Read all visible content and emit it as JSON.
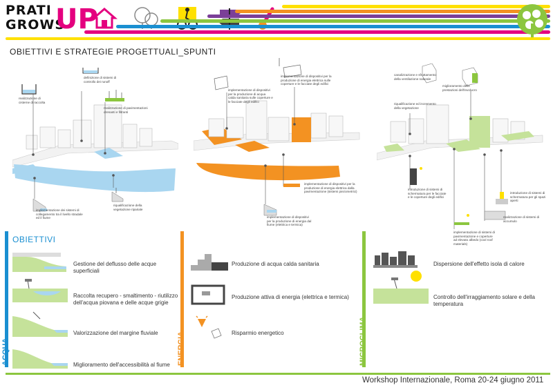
{
  "header": {
    "logo_line1": "PRATI",
    "logo_line2": "GROWS",
    "logo_up": "UP",
    "icons": [
      "house-icon",
      "trees-icon",
      "cyclist-icon",
      "signpost-icon",
      "thermometer-icon",
      "tree-logo-icon"
    ]
  },
  "section_title": "OBIETTIVI E STRATEGIE PROGETTUALI_SPUNTI",
  "diagrams": {
    "water": {
      "notes": [
        "realizzazione di cisterne di raccolta",
        "definizione di sistemi di controllo dei runoff",
        "realizzazione di pavimentazioni drenanti e filtranti",
        "implementazione dei sistemi di collegamento tra il livello stradale ed il fiume",
        "riqualificazione della vegetazione ripariale"
      ]
    },
    "energy": {
      "notes": [
        "implementazione di dispositivi per la produzione di energia elettrica sulle coperture e le facciate degli edifici",
        "implementazione di dispositivi per la produzione di acqua calda sanitaria sulle coperture e le facciate degli edifici",
        "implementazione di dispositivi per la produzione di energia elettrica dalla pavimentazione (sistemi piezometrici)",
        "implementazione di dispositivi per la produzione di energia dal fiume (elettrica e termica)"
      ]
    },
    "microclimate": {
      "notes": [
        "canalizzazione e sfruttamento della ventilazione naturale",
        "miglioramento delle prestazioni dell'involucro",
        "riqualificazione ed incremento della vegetazione",
        "introduzione di sistemi di schermatura per le facciate e le coperture degli edifici",
        "introduzione di sistemi di schermatura per gli spazi aperti",
        "realizzazione di sistemi di accumulo",
        "implementazione di sistemi di pavimentazione e coperture ad elevato albedo (cool roof materials)"
      ]
    }
  },
  "objectives_title": "OBIETTIVI",
  "columns": {
    "acqua": {
      "label": "ACQUA",
      "color": "#1a8fd1",
      "items": [
        "Gestione del deflusso delle acque superficiali",
        "Raccolta recupero - smaltimento - riutilizzo dell'acqua piovana e delle acque grigie",
        "Valorizzazione del margine fluviale",
        "Miglioramento dell'accessibilità al fiume"
      ]
    },
    "energia": {
      "label": "ENERGIA",
      "color": "#f39222",
      "items": [
        "Produzione di acqua calda sanitaria",
        "Produzione attiva di energia (elettrica e termica)",
        "Risparmio energetico"
      ]
    },
    "microclima": {
      "label": "MICROCLIMA",
      "color": "#8cc63f",
      "items": [
        "Dispersione dell'effetto isola di calore",
        "Controllo dell'irraggiamento solare e della temperatura"
      ]
    }
  },
  "colors": {
    "magenta": "#e4007f",
    "blue": "#1a8fd1",
    "orange": "#f39222",
    "green": "#8cc63f",
    "purple": "#7b3f98",
    "yellow": "#ffe000",
    "water_fill": "#a9d6f0",
    "green_fill": "#c5e29a"
  },
  "footer": {
    "text": "Workshop Internazionale, Roma 20-24 giugno 2011"
  }
}
